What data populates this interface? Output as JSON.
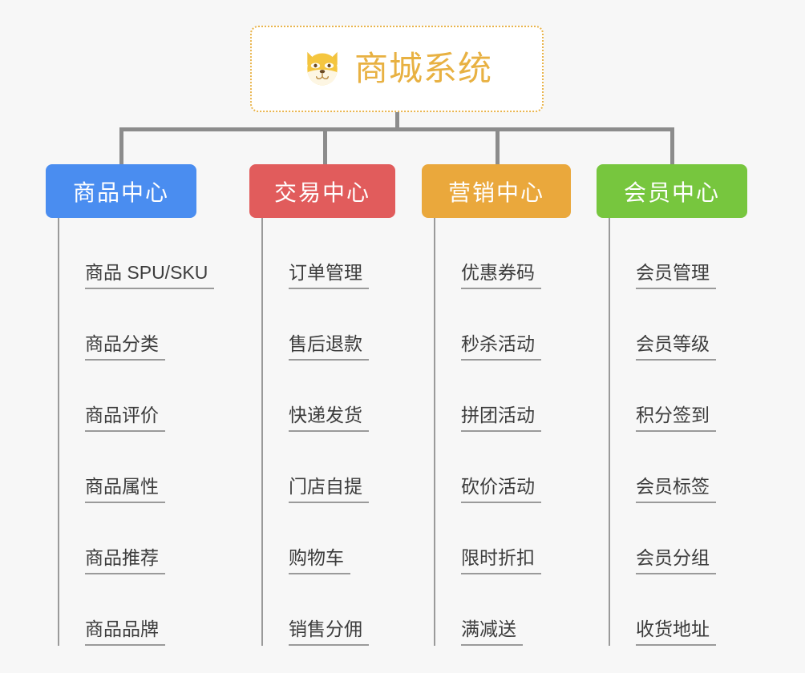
{
  "background_color": "#f7f7f7",
  "root": {
    "title": "商城系统",
    "icon": "shiba-dog-face-icon",
    "title_color": "#e8b142",
    "border_color": "#e9b44c"
  },
  "connector_color": "#8c8c8c",
  "columns": [
    {
      "label": "商品中心",
      "color": "#4a8df0",
      "tone": "tone-blue",
      "items": [
        "商品 SPU/SKU",
        "商品分类",
        "商品评价",
        "商品属性",
        "商品推荐",
        "商品品牌"
      ]
    },
    {
      "label": "交易中心",
      "color": "#e15c5c",
      "tone": "tone-red",
      "items": [
        "订单管理",
        "售后退款",
        "快递发货",
        "门店自提",
        "购物车",
        "销售分佣"
      ]
    },
    {
      "label": "营销中心",
      "color": "#eaa83c",
      "tone": "tone-orange",
      "items": [
        "优惠券码",
        "秒杀活动",
        "拼团活动",
        "砍价活动",
        "限时折扣",
        "满减送"
      ]
    },
    {
      "label": "会员中心",
      "color": "#77c63e",
      "tone": "tone-green",
      "items": [
        "会员管理",
        "会员等级",
        "积分签到",
        "会员标签",
        "会员分组",
        "收货地址"
      ]
    }
  ]
}
